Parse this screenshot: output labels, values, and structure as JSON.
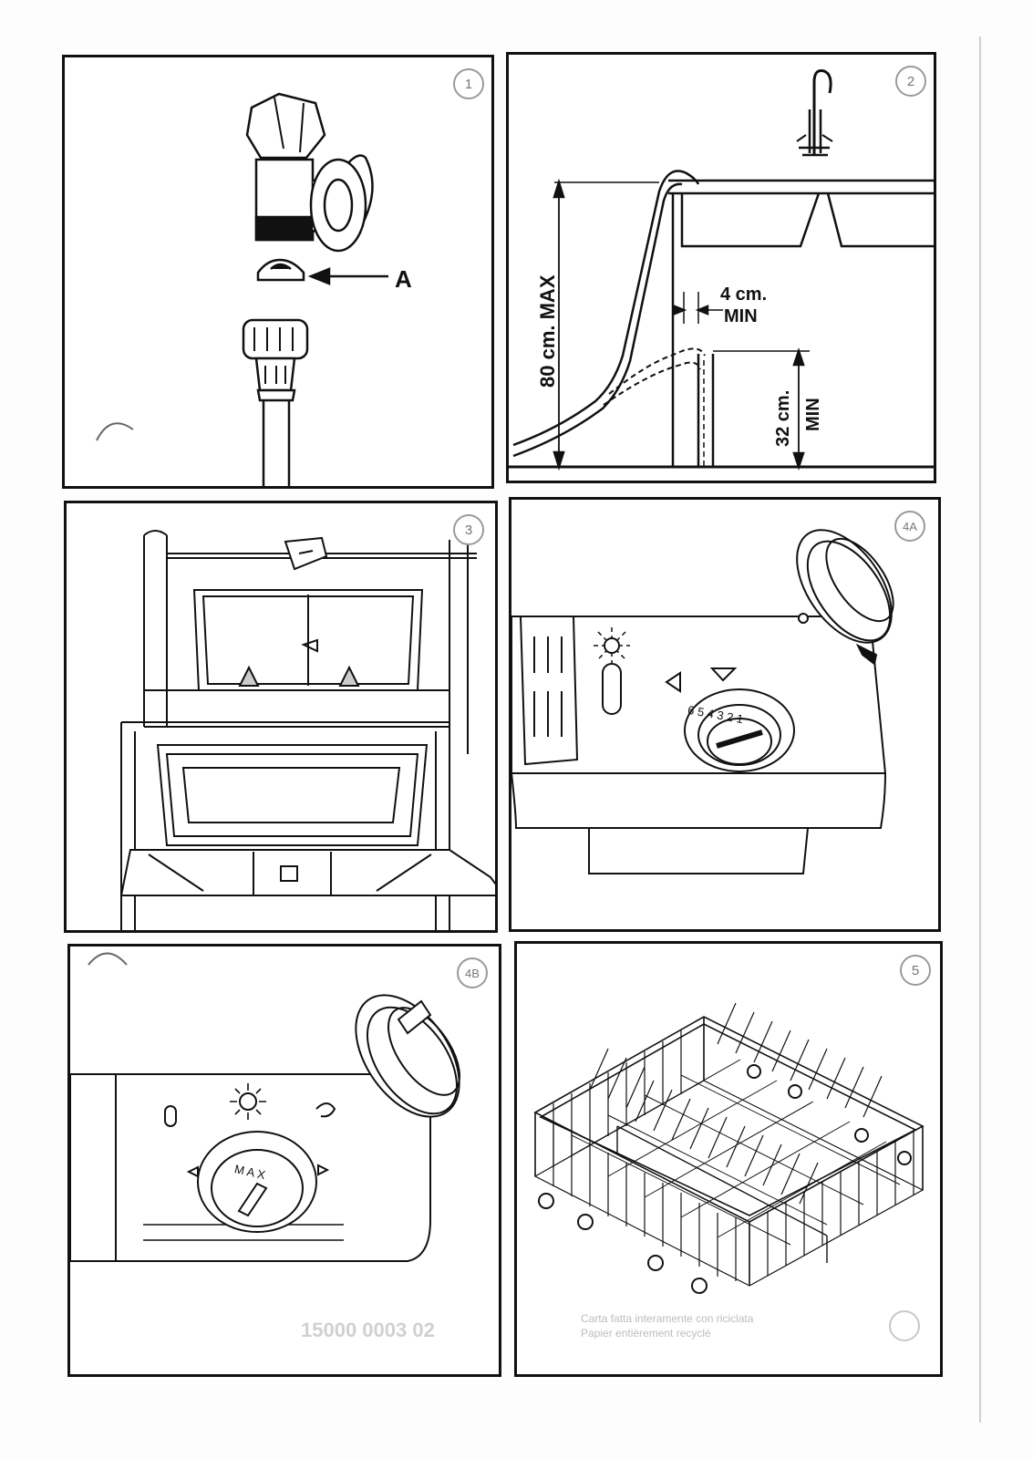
{
  "panels": [
    {
      "id": "1",
      "badge": "1",
      "label_a": "A"
    },
    {
      "id": "2",
      "badge": "2",
      "label_max": "80 cm. MAX",
      "label_4cm": "4 cm.",
      "label_4cm_min": "MIN",
      "label_32cm": "32 cm.",
      "label_32cm_min": "MIN"
    },
    {
      "id": "3",
      "badge": "3"
    },
    {
      "id": "4A",
      "badge": "4A",
      "dial_numbers": "6 5 4 3 2 1"
    },
    {
      "id": "4B",
      "badge": "4B",
      "dial_text": "MAX"
    },
    {
      "id": "5",
      "badge": "5"
    }
  ],
  "footer": {
    "code": "15000 0003 02",
    "note_line1": "Carta fatta interamente con riciclata",
    "note_line2": "Papier entièrement recyclé"
  },
  "colors": {
    "line": "#111111",
    "badge_border": "#9a9a9a",
    "faint_text": "#bdbdbd"
  }
}
